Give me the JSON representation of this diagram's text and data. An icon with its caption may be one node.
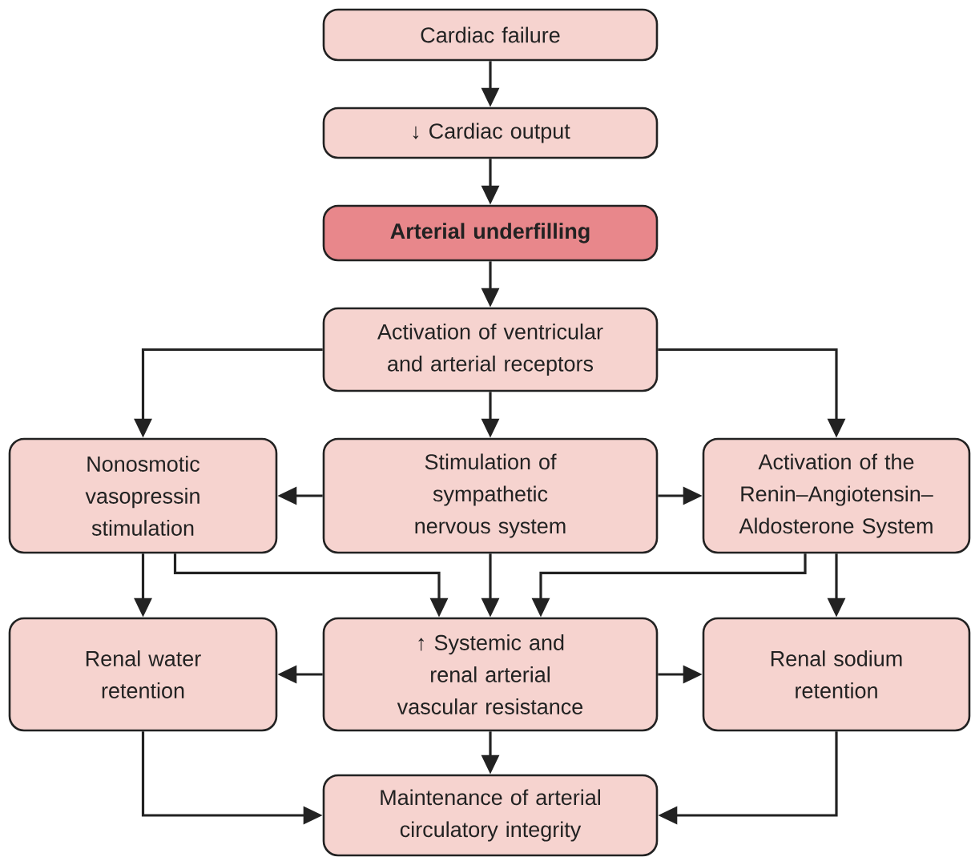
{
  "diagram": {
    "nodes": [
      {
        "text": [
          "Cardiac failure"
        ]
      },
      {
        "text": [
          "↓ Cardiac output"
        ]
      },
      {
        "text": [
          "Arterial underfilling"
        ]
      },
      {
        "text": [
          "Activation of ventricular and arterial receptors"
        ]
      },
      {
        "text": [
          "Nonosmotic vasopressin stimulation"
        ]
      },
      {
        "text": [
          "Stimulation of sympathetic nervous system"
        ]
      },
      {
        "text": [
          "Activation of the Renin–Angiotensin–Aldosterone System"
        ]
      },
      {
        "text": [
          "Renal water retention"
        ]
      },
      {
        "text": [
          "↑ Systemic and renal arterial vascular resistance"
        ]
      },
      {
        "text": [
          "Renal sodium retention"
        ]
      },
      {
        "text": [
          "Maintenance of arterial circulatory integrity"
        ]
      }
    ],
    "edges": [
      {
        "from": 0,
        "to": 1,
        "arrow": "to"
      },
      {
        "from": 1,
        "to": 2,
        "arrow": "to"
      },
      {
        "from": 2,
        "to": 3,
        "arrow": "to"
      },
      {
        "from": 3,
        "to": 4,
        "arrow": "to"
      },
      {
        "from": 3,
        "to": 5,
        "arrow": "to"
      },
      {
        "from": 3,
        "to": 6,
        "arrow": "to"
      },
      {
        "from": 5,
        "to": 4,
        "arrow": "to"
      },
      {
        "from": 5,
        "to": 6,
        "arrow": "to"
      },
      {
        "from": 4,
        "to": 7,
        "arrow": "to"
      },
      {
        "from": 4,
        "to": 8,
        "arrow": "to"
      },
      {
        "from": 5,
        "to": 8,
        "arrow": "to"
      },
      {
        "from": 6,
        "to": 8,
        "arrow": "to"
      },
      {
        "from": 6,
        "to": 9,
        "arrow": "to"
      },
      {
        "from": 8,
        "to": 7,
        "arrow": "to"
      },
      {
        "from": 8,
        "to": 9,
        "arrow": "to"
      },
      {
        "from": 8,
        "to": 10,
        "arrow": "to"
      },
      {
        "from": 7,
        "to": 10,
        "arrow": "to"
      },
      {
        "from": 9,
        "to": 10,
        "arrow": "to"
      }
    ]
  }
}
